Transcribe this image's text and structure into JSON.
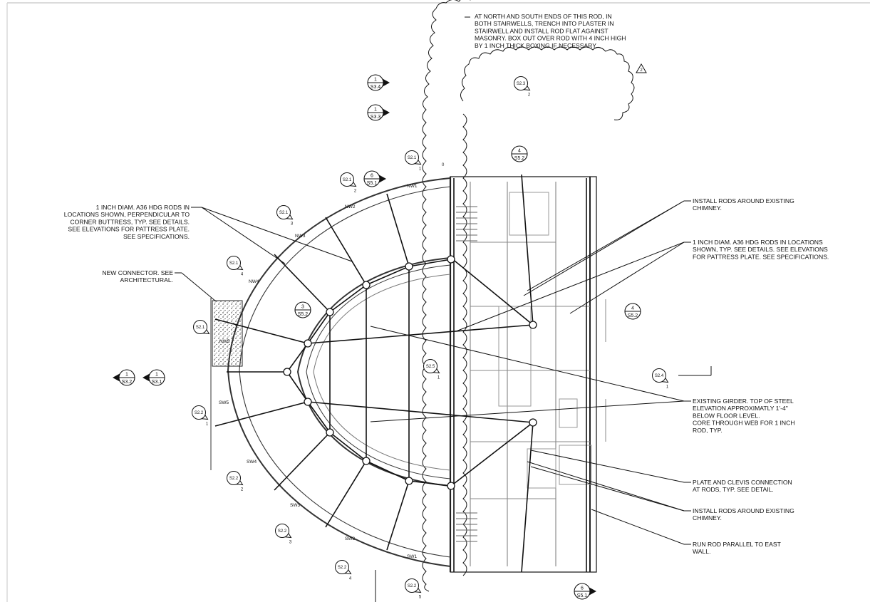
{
  "notes": [
    {
      "id": "stairwell-rod-note",
      "lines": [
        "AT NORTH AND SOUTH ENDS OF THIS ROD, IN",
        "BOTH STAIRWELLS, TRENCH INTO PLASTER IN",
        "STAIRWELL AND INSTALL ROD FLAT AGAINST",
        "MASONRY. BOX OUT OVER ROD WITH 4 INCH HIGH",
        "BY 1 INCH THICK BOXING IF NECESSARY."
      ]
    },
    {
      "id": "corner-buttress-rods-note",
      "lines": [
        "1 INCH DIAM. A36 HDG RODS IN",
        "LOCATIONS SHOWN, PERPENDICULAR TO",
        "CORNER BUTTRESS, TYP. SEE DETAILS.",
        "SEE ELEVATIONS FOR PATTRESS PLATE.",
        "SEE SPECIFICATIONS."
      ]
    },
    {
      "id": "new-connector-note",
      "lines": [
        "NEW CONNECTOR. SEE",
        "ARCHITECTURAL."
      ]
    },
    {
      "id": "chimney-note-top",
      "lines": [
        "INSTALL RODS AROUND EXISTING",
        "CHIMNEY."
      ]
    },
    {
      "id": "rods-locations-note",
      "lines": [
        "1 INCH DIAM. A36 HDG RODS IN LOCATIONS",
        "SHOWN, TYP. SEE DETAILS. SEE ELEVATIONS",
        "FOR PATTRESS PLATE. SEE SPECIFICATIONS."
      ]
    },
    {
      "id": "existing-girder-note",
      "lines": [
        "EXISTING GIRDER. TOP OF STEEL",
        "ELEVATION APPROXIMATLY 1'-4\"",
        "BELOW FLOOR LEVEL.",
        "CORE THROUGH WEB FOR 1 INCH",
        "ROD, TYP."
      ]
    },
    {
      "id": "plate-clevis-note",
      "lines": [
        "PLATE AND CLEVIS CONNECTION",
        "AT RODS, TYP. SEE DETAIL."
      ]
    },
    {
      "id": "chimney-note-bottom",
      "lines": [
        "INSTALL RODS AROUND EXISTING",
        "CHIMNEY."
      ]
    },
    {
      "id": "east-wall-note",
      "lines": [
        "RUN ROD PARALLEL TO EAST",
        "WALL."
      ]
    }
  ],
  "section_markers": [
    {
      "id": "s34",
      "top": "1",
      "bottom": "S3.4"
    },
    {
      "id": "s33",
      "top": "1",
      "bottom": "S3.3"
    },
    {
      "id": "s51-top",
      "top": "6",
      "bottom": "S5.1"
    },
    {
      "id": "s52-top",
      "top": "4",
      "bottom": "S5.2"
    },
    {
      "id": "s52-left",
      "top": "3",
      "bottom": "S5.2"
    },
    {
      "id": "s52-right",
      "top": "4",
      "bottom": "S5.2"
    },
    {
      "id": "s32",
      "top": "1",
      "bottom": "S3.2"
    },
    {
      "id": "s31",
      "top": "1",
      "bottom": "S3.1"
    },
    {
      "id": "s51-bottom",
      "top": "6",
      "bottom": "S5.1"
    }
  ],
  "detail_tags": [
    {
      "id": "d1",
      "sheet": "S2.3",
      "num": "2"
    },
    {
      "id": "d2",
      "sheet": "S2.1",
      "num": "1"
    },
    {
      "id": "d3",
      "sheet": "S2.1",
      "num": "2"
    },
    {
      "id": "d4",
      "sheet": "S2.1",
      "num": "3"
    },
    {
      "id": "d5",
      "sheet": "S2.1",
      "num": "4"
    },
    {
      "id": "d6",
      "sheet": "S2.1",
      "num": ""
    },
    {
      "id": "d7",
      "sheet": "S2.5",
      "num": "1"
    },
    {
      "id": "d8",
      "sheet": "S2.4",
      "num": "1"
    },
    {
      "id": "d9",
      "sheet": "S2.2",
      "num": "1"
    },
    {
      "id": "d10",
      "sheet": "S2.2",
      "num": "2"
    },
    {
      "id": "d11",
      "sheet": "S2.2",
      "num": "3"
    },
    {
      "id": "d12",
      "sheet": "S2.2",
      "num": "4"
    },
    {
      "id": "d13",
      "sheet": "S2.2",
      "num": "5"
    }
  ],
  "wall_labels": {
    "nw1": "NW1",
    "nw2": "NW2",
    "nw3": "NW3",
    "nw4": "NW4",
    "nw5": "NW5",
    "sw1": "SW1",
    "sw2": "SW2",
    "sw3": "SW3",
    "sw4": "SW4",
    "sw5": "SW5"
  },
  "revision_tag": "2",
  "zero_mark": "0"
}
